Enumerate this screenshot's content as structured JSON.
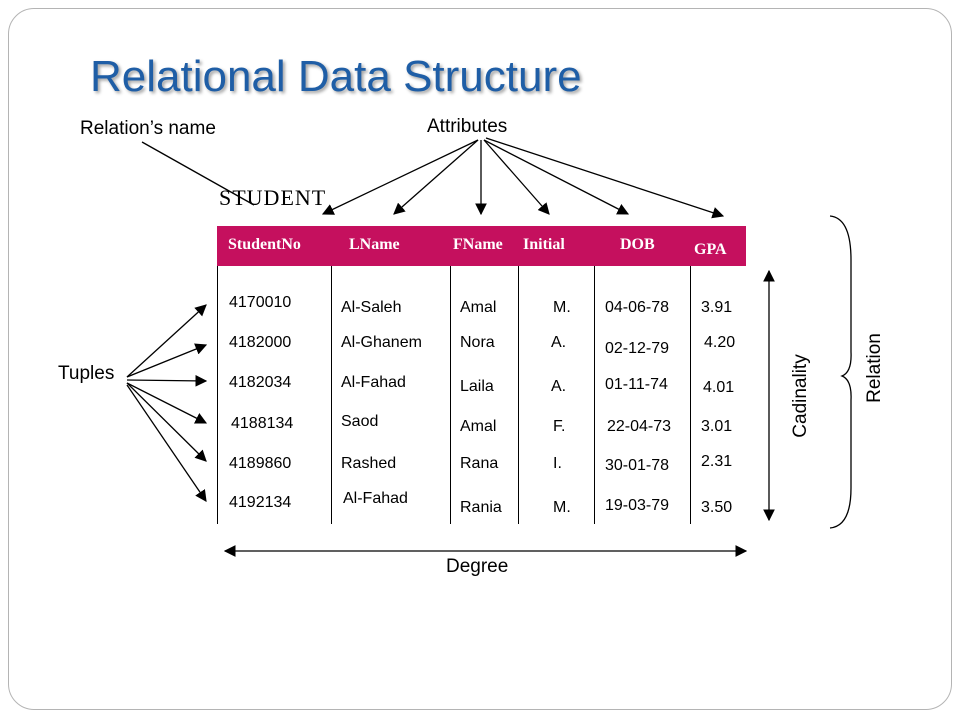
{
  "title": "Relational Data Structure",
  "annotations": {
    "relation_name": "Relation’s name",
    "attributes": "Attributes",
    "tuples": "Tuples",
    "degree": "Degree",
    "cardinality": "Cadinality",
    "relation": "Relation"
  },
  "table": {
    "name": "STUDENT",
    "headers": [
      "StudentNo",
      "LName",
      "FName",
      "Initial",
      "DOB",
      "GPA"
    ],
    "columns": {
      "student_no": [
        "4170010",
        "4182000",
        "4182034",
        "4188134",
        "4189860",
        "4192134"
      ],
      "lname": [
        "Al-Saleh",
        "Al-Ghanem",
        "Al-Fahad",
        "Saod",
        "Rashed",
        "Al-Fahad"
      ],
      "fname": [
        "Amal",
        "Nora",
        "Laila",
        "Amal",
        "Rana",
        "Rania"
      ],
      "initial": [
        "M.",
        "A.",
        "A.",
        "F.",
        "I.",
        "M."
      ],
      "dob": [
        "04-06-78",
        "02-12-79",
        "01-11-74",
        "22-04-73",
        "30-01-78",
        "19-03-79"
      ],
      "gpa": [
        "3.91",
        "4.20",
        "4.01",
        "3.01",
        "2.31",
        "3.50"
      ]
    }
  },
  "colors": {
    "title": "#1f5ea6",
    "header_bar": "#c5105e",
    "header_text": "#ffffff"
  }
}
